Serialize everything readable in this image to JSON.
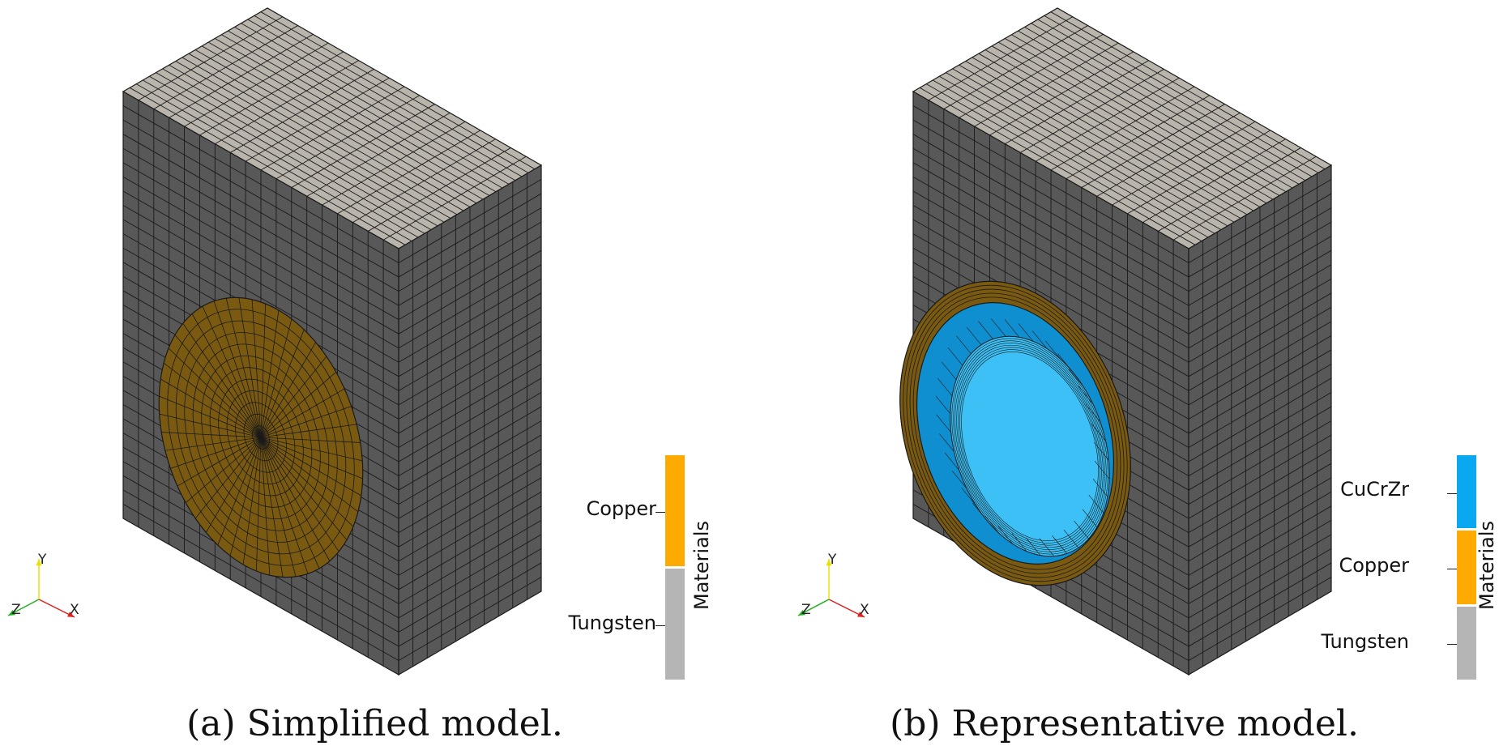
{
  "figure": {
    "panels": [
      {
        "caption": "(a) Simplified model.",
        "legend": {
          "title": "Materials",
          "entries": [
            {
              "label": "Copper",
              "color": "#ffaa00"
            },
            {
              "label": "Tungsten",
              "color": "#b5b5b5"
            }
          ]
        },
        "axes": {
          "x": "X",
          "y": "Y",
          "z": "Z"
        }
      },
      {
        "caption": "(b) Representative model.",
        "legend": {
          "title": "Materials",
          "entries": [
            {
              "label": "CuCrZr",
              "color": "#0aa8f0"
            },
            {
              "label": "Copper",
              "color": "#ffaa00"
            },
            {
              "label": "Tungsten",
              "color": "#b5b5b5"
            }
          ]
        },
        "axes": {
          "x": "X",
          "y": "Y",
          "z": "Z"
        }
      }
    ],
    "colors": {
      "tungsten_face": "#585858",
      "tungsten_top": "#b9b5ac",
      "mesh_line": "#1a1a1a",
      "copper_face": "#7a5a10",
      "cucrzr_face": "#0f8fd0",
      "cucrzr_inner": "#3cc0f5",
      "axis_x": "#e02020",
      "axis_y": "#e8e000",
      "axis_z": "#20b020"
    }
  }
}
